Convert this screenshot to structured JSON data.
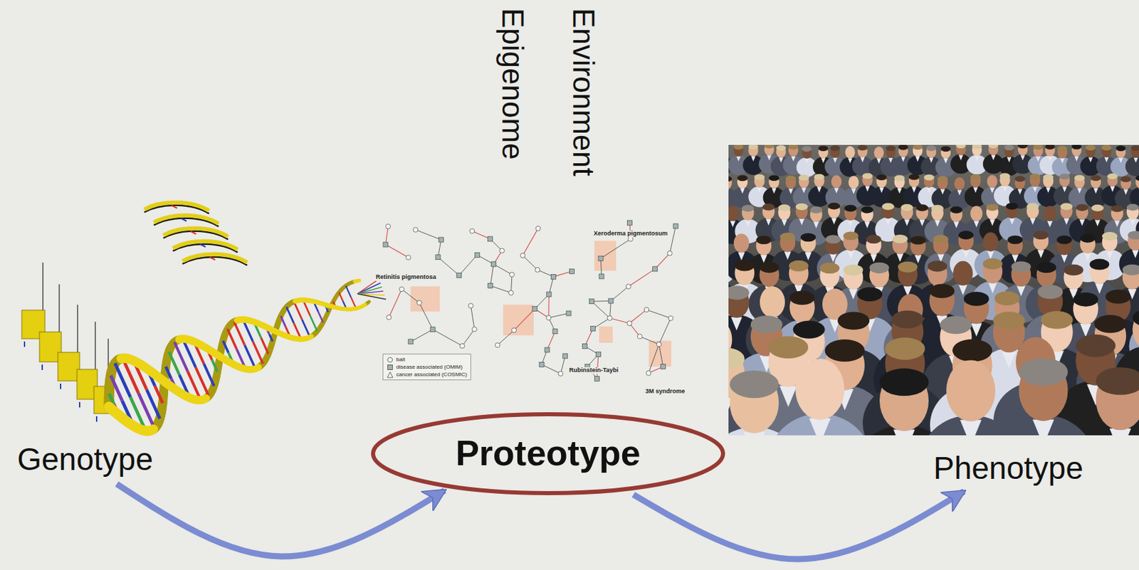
{
  "diagram": {
    "nodes": [
      {
        "text": [
          "Genotype"
        ]
      },
      {
        "text": [
          "Proteotype"
        ]
      },
      {
        "text": [
          "Phenotype"
        ]
      }
    ],
    "edges": [
      {
        "from": 0,
        "to": 1,
        "arrow": "to"
      },
      {
        "from": 1,
        "to": 2,
        "arrow": "to"
      }
    ],
    "labels": [
      "Epigenome",
      "Environment",
      "Retinitis pigmentosa",
      "Xeroderma pigmentosum",
      "Rubinstein-Taybi",
      "3M syndrome"
    ],
    "legend": [
      {
        "text": "bait"
      },
      {
        "text": "disease associated (OMIM)"
      },
      {
        "text": "cancer associated (COSMIC)"
      }
    ]
  }
}
